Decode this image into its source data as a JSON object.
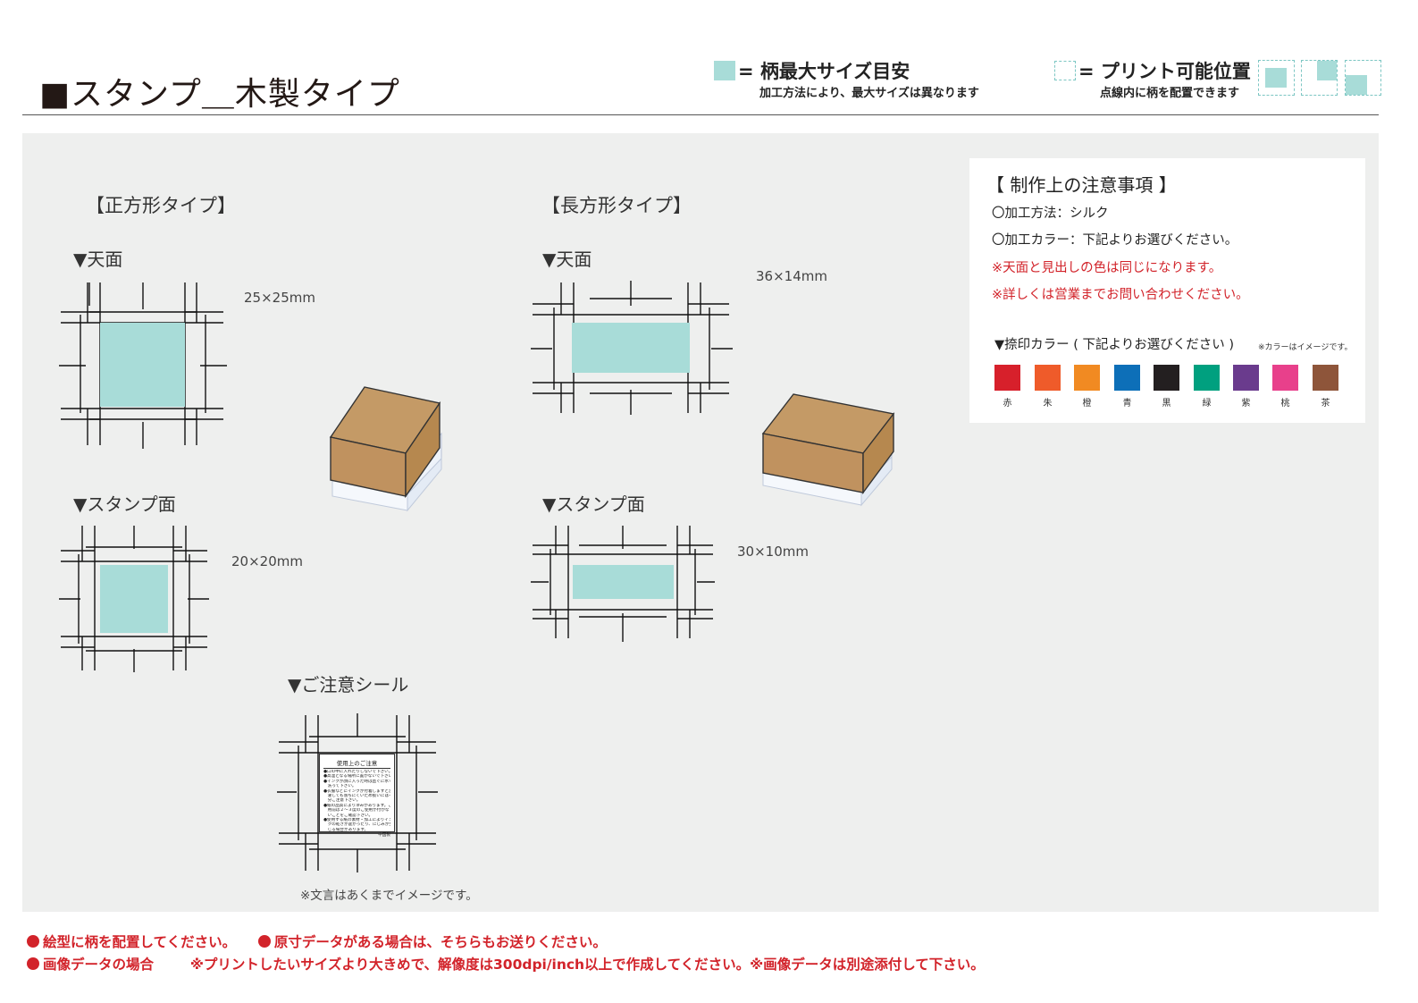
{
  "page": {
    "title": "■スタンプ＿木製タイプ"
  },
  "legend": {
    "max_size_label": "= 柄最大サイズ目安",
    "max_size_note": "加工方法により、最大サイズは異なります",
    "print_pos_label": "= プリント可能位置",
    "print_pos_note": "点線内に柄を配置できます",
    "swatch_color": "#a8dcd8",
    "dashed_color": "#7cc6c3"
  },
  "square_type": {
    "heading": "【正方形タイプ】",
    "top_label": "▼天面",
    "top_size": "25×25mm",
    "stamp_label": "▼スタンプ面",
    "stamp_size": "20×20mm"
  },
  "rect_type": {
    "heading": "【長方形タイプ】",
    "top_label": "▼天面",
    "top_size": "36×14mm",
    "stamp_label": "▼スタンプ面",
    "stamp_size": "30×10mm"
  },
  "seal": {
    "label": "▼ご注意シール",
    "title": "使用上のご注意",
    "lines": [
      "●口の中に入れたりしないで下さい。",
      "●高温となる場所に置かないで下さい。",
      "●インクが顔に入った時は直ぐに水で",
      "　洗って下さい。",
      "●衣服などにインクが付着しますと洗",
      "　濯しても落ちにくいため扱いには十",
      "　分ご注意下さい。",
      "●紙の品質により滲みがあります。ご使",
      "　用前は２～３度のご使用が付かな",
      "　いことをご確認下さい。",
      "●使用する紙の素材・加工によりイン",
      "　クの乾きが遅かったり、にじみが生",
      "　じる場合があります。"
    ],
    "footer": "中国製",
    "note": "※文言はあくまでイメージです。"
  },
  "notes": {
    "title": "【 制作上の注意事項 】",
    "method": "〇加工方法：シルク",
    "color": "〇加工カラー：下記よりお選びください。",
    "red1": "※天面と見出しの色は同じになります。",
    "red2": "※詳しくは営業までお問い合わせください。",
    "imprint_heading": "▼捺印カラー ( 下記よりお選びください )",
    "imprint_note": "※カラーはイメージです。",
    "colors": [
      {
        "name": "赤",
        "hex": "#d7202b"
      },
      {
        "name": "朱",
        "hex": "#ef5b2a"
      },
      {
        "name": "橙",
        "hex": "#f18a22"
      },
      {
        "name": "青",
        "hex": "#0d6fb8"
      },
      {
        "name": "黒",
        "hex": "#231f20"
      },
      {
        "name": "緑",
        "hex": "#00a07f"
      },
      {
        "name": "紫",
        "hex": "#6a3b8d"
      },
      {
        "name": "桃",
        "hex": "#e8408b"
      },
      {
        "name": "茶",
        "hex": "#8e553a"
      }
    ]
  },
  "footer": {
    "line1a": "絵型に柄を配置してください。",
    "line1b": "原寸データがある場合は、そちらもお送りください。",
    "line2a": "画像データの場合",
    "line2b": "※プリントしたいサイズより大きめで、解像度は300dpi/inch以上で作成してください。※画像データは別途添付して下さい。"
  },
  "product": {
    "wood_color": "#c0925f",
    "base_color": "#eef3fa"
  }
}
